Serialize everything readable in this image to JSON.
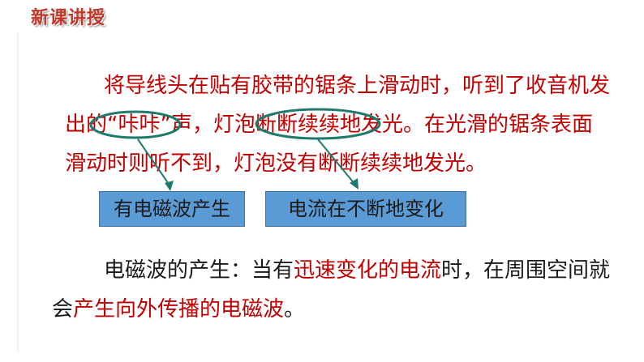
{
  "header": {
    "title": "新课讲授"
  },
  "paragraph1": {
    "line1": "将导线头在贴有胶带的锯条上滑动时，听到了收音机发",
    "line2": "出的“咔咔”声，灯泡断断续续地发光。在光滑的锯条表面",
    "line3": "滑动时则听不到，灯泡没有断断续续地发光。"
  },
  "boxes": {
    "left": "有电磁波产生",
    "right": "电流在不断地变化"
  },
  "paragraph2": {
    "part1": "电磁波的产生：当有",
    "highlight1": "迅速变化的电流",
    "part2": "时，在周围空间就",
    "part3": "会",
    "highlight2": "产生向外传播的电磁波",
    "part4": "。"
  },
  "colors": {
    "title": "#c0392b",
    "emphasis_text": "#c00000",
    "box_fill": "#5b9bd5",
    "annotation": "#1f7a6e"
  }
}
